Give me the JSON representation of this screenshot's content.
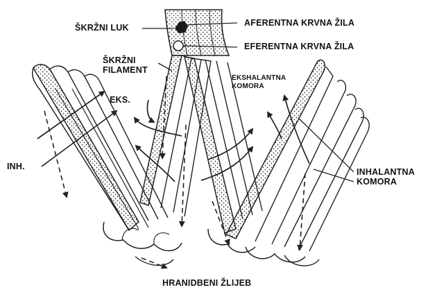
{
  "labels": {
    "skrzni_luk": "ŠKRŽNI LUK",
    "aferentna": "AFERENTNA KRVNA ŽILA",
    "eferentna": "EFERENTNA KRVNA ŽILA",
    "skrzni_filament_1": "ŠKRŽNI",
    "skrzni_filament_2": "FILAMENT",
    "ekshalantna_1": "EKSHALANTNA",
    "ekshalantna_2": "KOMORA",
    "eks": "EKS.",
    "inh": "INH.",
    "inhalantna_1": "INHALANTNA",
    "inhalantna_2": "KOMORA",
    "hranidbeni": "HRANIDBENI ŽLIJEB"
  },
  "colors": {
    "ink": "#222222",
    "background": "#ffffff",
    "dot": "#333333"
  }
}
